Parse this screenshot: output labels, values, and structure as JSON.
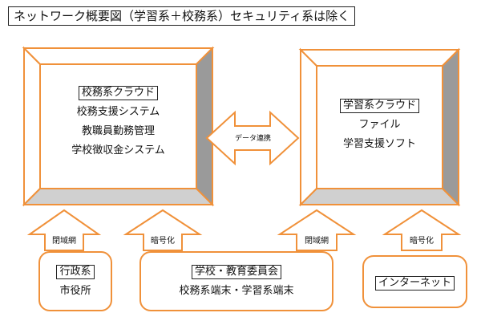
{
  "title": "ネットワーク概要図（学習系＋校務系）セキュリティ系は除く",
  "left_cloud": {
    "heading": "校務系クラウド",
    "items": [
      "校務支援システム",
      "教職員勤務管理",
      "学校徴収金システム"
    ]
  },
  "right_cloud": {
    "heading": "学習系クラウド",
    "items": [
      "ファイル",
      "学習支援ソフト"
    ]
  },
  "link_label": "データ連携",
  "arrows": [
    "閉域網",
    "暗号化",
    "閉域網",
    "暗号化"
  ],
  "nodes": {
    "gov": {
      "heading": "行政系",
      "sub": "市役所"
    },
    "school": {
      "heading": "学校・教育委員会",
      "sub": "校務系端末・学習系端末"
    },
    "internet": {
      "heading": "インターネット"
    }
  },
  "colors": {
    "accent": "#f0913a",
    "bevel_dark": "#9a9a9a",
    "bevel_light": "#d0d0d0"
  }
}
